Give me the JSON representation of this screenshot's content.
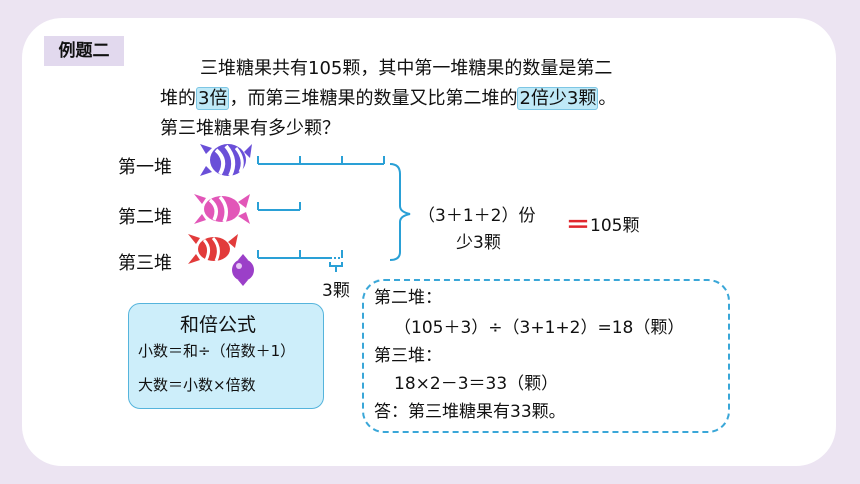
{
  "example_tag": "例题二",
  "problem": {
    "line1": "三堆糖果共有105颗，其中第一堆糖果的数量是第二",
    "line2_pre": "堆的",
    "line2_hl1": "3倍",
    "line2_mid": "，而第三堆糖果的数量又比第二堆的",
    "line2_hl2": "2倍少3颗",
    "line2_post": "。",
    "line3": "第三堆糖果有多少颗？"
  },
  "piles": {
    "first": "第一堆",
    "second": "第二堆",
    "third": "第三堆"
  },
  "diagram": {
    "sum_part1": "（3＋1＋2）份",
    "sum_part2": "少3颗",
    "equals": "＝",
    "total": "105颗",
    "diff_label": "3颗"
  },
  "formula": {
    "title": "和倍公式",
    "small": "小数＝和÷（倍数＋1）",
    "large": "大数＝小数×倍数"
  },
  "solution": {
    "step1_title": "第二堆：",
    "step1_calc": "（105＋3）÷（3+1+2）=18（颗）",
    "step2_title": "第三堆：",
    "step2_calc": "18×2－3＝33（颗）",
    "answer": "答：第三堆糖果有33颗。"
  },
  "colors": {
    "highlight": "#bfe9f7",
    "equals": "#e0262d",
    "bar_lines": "#2aa0d6",
    "candy_first": "#6a4fd8",
    "candy_second": "#e256b8",
    "candy_third": "#e23b3b",
    "candy_purple": "#9b3fc8"
  }
}
